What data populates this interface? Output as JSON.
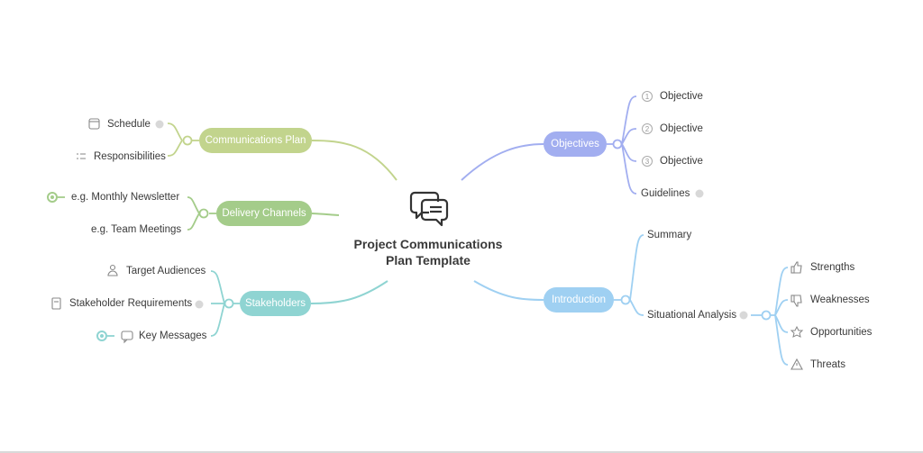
{
  "central": {
    "title_line1": "Project Communications",
    "title_line2": "Plan Template",
    "icon": "chat-bubbles-icon"
  },
  "colors": {
    "communications_plan": "#c2d48d",
    "delivery_channels": "#a4cc8a",
    "stakeholders": "#8fd4d2",
    "objectives": "#a2aef0",
    "introduction": "#9fd0f2"
  },
  "left": {
    "communications_plan": {
      "label": "Communications Plan",
      "children": [
        {
          "label": "Schedule",
          "icon": "calendar-icon",
          "note": true
        },
        {
          "label": "Responsibilities",
          "icon": "task-list-icon",
          "note": false
        }
      ]
    },
    "delivery_channels": {
      "label": "Delivery Channels",
      "children": [
        {
          "label": "e.g. Monthly Newsletter",
          "collapsed": true
        },
        {
          "label": "e.g. Team Meetings"
        }
      ]
    },
    "stakeholders": {
      "label": "Stakeholders",
      "children": [
        {
          "label": "Target Audiences",
          "icon": "people-icon"
        },
        {
          "label": "Stakeholder Requirements",
          "icon": "document-icon",
          "note": true
        },
        {
          "label": "Key Messages",
          "icon": "comment-icon",
          "collapsed": true
        }
      ]
    }
  },
  "right": {
    "objectives": {
      "label": "Objectives",
      "children": [
        {
          "label": "Objective",
          "number": "1"
        },
        {
          "label": "Objective",
          "number": "2"
        },
        {
          "label": "Objective",
          "number": "3"
        },
        {
          "label": "Guidelines",
          "note": true
        }
      ]
    },
    "introduction": {
      "label": "Introduction",
      "children": [
        {
          "label": "Summary"
        },
        {
          "label": "Situational Analysis",
          "link": true
        }
      ],
      "situational_analysis": [
        {
          "label": "Strengths",
          "icon": "thumbs-up-icon"
        },
        {
          "label": "Weaknesses",
          "icon": "thumbs-down-icon"
        },
        {
          "label": "Opportunities",
          "icon": "star-icon"
        },
        {
          "label": "Threats",
          "icon": "warning-icon"
        }
      ]
    }
  }
}
